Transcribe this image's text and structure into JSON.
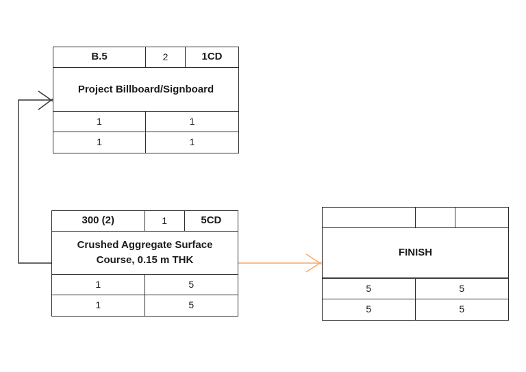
{
  "colors": {
    "background": "#ffffff",
    "node_border": "#2b2b2b",
    "text": "#1a1a1a",
    "connector_black": "#333333",
    "connector_orange": "#f5a868"
  },
  "nodes": [
    {
      "header_cells": [
        "B.5",
        "2",
        "1CD"
      ],
      "title": "Project Billboard/Signboard",
      "rows": [
        [
          "1",
          "1"
        ],
        [
          "1",
          "1"
        ]
      ]
    },
    {
      "header_cells": [
        "300 (2)",
        "1",
        "5CD"
      ],
      "title": "Crushed Aggregate Surface Course, 0.15 m THK",
      "rows": [
        [
          "1",
          "5"
        ],
        [
          "1",
          "5"
        ]
      ]
    },
    {
      "header_cells": [
        "",
        "",
        ""
      ],
      "title": "FINISH",
      "rows": [
        [
          "5",
          "5"
        ],
        [
          "5",
          "5"
        ]
      ]
    }
  ],
  "connectors": [
    {
      "from": "Crushed Aggregate Surface Course, 0.15 m THK",
      "to": "Project Billboard/Signboard",
      "style": "elbow",
      "color": "#333333"
    },
    {
      "from": "Crushed Aggregate Surface Course, 0.15 m THK",
      "to": "FINISH",
      "style": "straight",
      "color": "#f5a868"
    }
  ]
}
